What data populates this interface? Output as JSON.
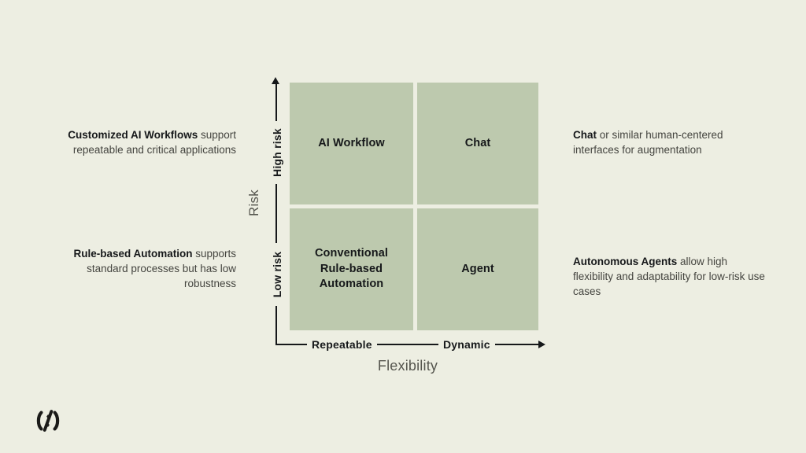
{
  "theme": {
    "background": "#edeee2",
    "quadrant_fill": "#bdc9ae",
    "axis_color": "#16181a",
    "muted_text": "#56564f",
    "body_text": "#44443f"
  },
  "matrix": {
    "quadrants": [
      {
        "id": "top-left",
        "label": "AI Workflow"
      },
      {
        "id": "top-right",
        "label": "Chat"
      },
      {
        "id": "bottom-left",
        "label": "Conventional\nRule-based\nAutomation"
      },
      {
        "id": "bottom-right",
        "label": "Agent"
      }
    ]
  },
  "axes": {
    "y": {
      "title": "Risk",
      "high_label": "High risk",
      "low_label": "Low risk"
    },
    "x": {
      "title": "Flexibility",
      "left_label": "Repeatable",
      "right_label": "Dynamic"
    }
  },
  "annotations": {
    "top_left": {
      "lead": "Customized AI Workflows",
      "rest": " support repeatable and critical applications"
    },
    "bottom_left": {
      "lead": "Rule-based Automation",
      "rest": " supports standard processes but has low robustness"
    },
    "top_right": {
      "lead": "Chat",
      "rest": " or similar human-centered interfaces for augmentation"
    },
    "bottom_right": {
      "lead": "Autonomous Agents",
      "rest": " allow high flexibility and adaptability for low-risk use cases"
    }
  },
  "branding": {
    "logo_name": "brand-logo-mark"
  },
  "chart_data": {
    "type": "table",
    "title": "Risk vs. Flexibility matrix",
    "xlabel": "Flexibility",
    "ylabel": "Risk",
    "x_categories": [
      "Repeatable",
      "Dynamic"
    ],
    "y_categories": [
      "High risk",
      "Low risk"
    ],
    "cells": [
      {
        "x": "Repeatable",
        "y": "High risk",
        "label": "AI Workflow"
      },
      {
        "x": "Dynamic",
        "y": "High risk",
        "label": "Chat"
      },
      {
        "x": "Repeatable",
        "y": "Low risk",
        "label": "Conventional Rule-based Automation"
      },
      {
        "x": "Dynamic",
        "y": "Low risk",
        "label": "Agent"
      }
    ],
    "grid": false,
    "legend": "none"
  }
}
